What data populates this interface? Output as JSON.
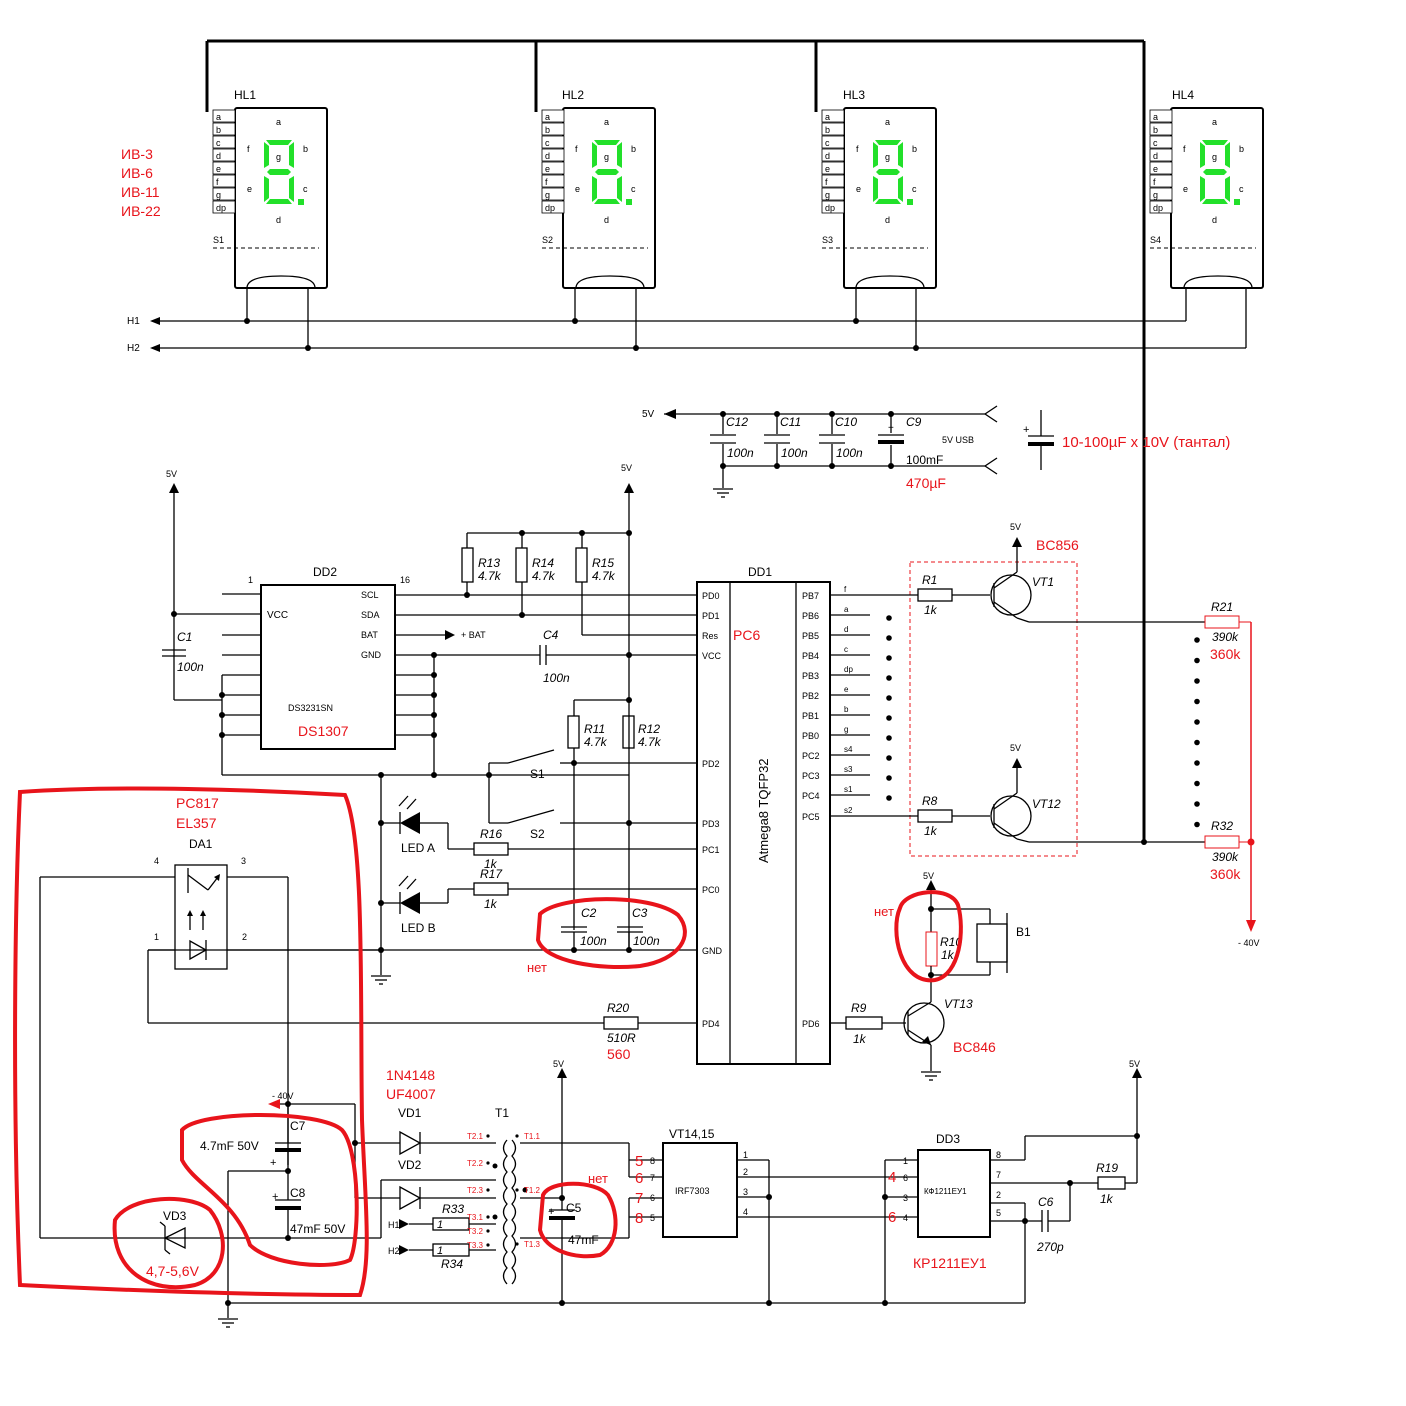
{
  "displays": {
    "hl1": {
      "name": "HL1",
      "s": "S1"
    },
    "hl2": {
      "name": "HL2",
      "s": "S2"
    },
    "hl3": {
      "name": "HL3",
      "s": "S3"
    },
    "hl4": {
      "name": "HL4",
      "s": "S4"
    },
    "pins": [
      "a",
      "b",
      "c",
      "d",
      "e",
      "f",
      "g",
      "dp"
    ],
    "seg_labels": {
      "a": "a",
      "b": "b",
      "c": "c",
      "d": "d",
      "e": "e",
      "f": "f",
      "g": "g"
    },
    "types": [
      "ИВ-3",
      "ИВ-6",
      "ИВ-11",
      "ИВ-22"
    ]
  },
  "nets": {
    "h1": "H1",
    "h2": "H2",
    "v5": "5V",
    "m40": "- 40V",
    "bat": "+ BAT",
    "usb": "5V USB"
  },
  "power_caps": {
    "c12": "C12",
    "c11": "C11",
    "c10": "C10",
    "c9": "C9",
    "v100n": "100n",
    "v100mf": "100mF",
    "v470": "470µF",
    "tant_note": "10-100µF x 10V (тантал)"
  },
  "dd2": {
    "name": "DD2",
    "chip": "DS3231SN",
    "alt": "DS1307",
    "pin1": "1",
    "pin16": "16",
    "vcc": "VCC",
    "scl": "SCL",
    "sda": "SDA",
    "bat": "BAT",
    "gnd": "GND"
  },
  "c1": {
    "name": "C1",
    "value": "100n"
  },
  "c4": {
    "name": "C4",
    "value": "100n"
  },
  "pullups": [
    {
      "name": "R13",
      "value": "4.7k"
    },
    {
      "name": "R14",
      "value": "4.7k"
    },
    {
      "name": "R15",
      "value": "4.7k"
    },
    {
      "name": "R11",
      "value": "4.7k"
    },
    {
      "name": "R12",
      "value": "4.7k"
    }
  ],
  "dd1": {
    "name": "DD1",
    "chip": "Atmega8 TQFP32",
    "res_note": "PC6",
    "left_pins": [
      "PD0",
      "PD1",
      "Res",
      "VCC",
      "PD2",
      "PD3",
      "PC1",
      "PC0",
      "GND",
      "PD4"
    ],
    "right_pins": [
      "PB7",
      "PB6",
      "PB5",
      "PB4",
      "PB3",
      "PB2",
      "PB1",
      "PB0",
      "PC2",
      "PC3",
      "PC4",
      "PC5",
      "PD6"
    ],
    "right_nets": [
      "f",
      "a",
      "d",
      "c",
      "dp",
      "e",
      "b",
      "g",
      "s4",
      "s3",
      "s1",
      "s2"
    ]
  },
  "switches": {
    "s1": "S1",
    "s2": "S2"
  },
  "leds": {
    "a": "LED A",
    "b": "LED B",
    "r16": "R16",
    "r17": "R17",
    "r16v": "1k",
    "r17v": "1k"
  },
  "c2c3": {
    "c2": "C2",
    "c3": "C3",
    "c2v": "100n",
    "c3v": "100n",
    "note": "нет"
  },
  "r20": {
    "name": "R20",
    "value": "510R",
    "alt": "560"
  },
  "drivers": {
    "r1": "R1",
    "r1v": "1k",
    "r8": "R8",
    "r8v": "1k",
    "vt1": "VT1",
    "vt12": "VT12",
    "type": "BC856",
    "r21": "R21",
    "r21v": "390k",
    "r21alt": "360k",
    "r32": "R32",
    "r32v": "390k",
    "r32alt": "360k",
    "neg": "- 40V"
  },
  "buzzer": {
    "r10": "R10",
    "r10v": "1k",
    "b1": "B1",
    "note": "нет",
    "r9": "R9",
    "r9v": "1k",
    "vt13": "VT13",
    "vt13type": "BC846"
  },
  "opto": {
    "types": [
      "PC817",
      "EL357"
    ],
    "name": "DA1",
    "p1": "1",
    "p2": "2",
    "p3": "3",
    "p4": "4"
  },
  "hv": {
    "c7": "C7",
    "c7v": "4.7mF 50V",
    "c8": "C8",
    "c8v": "47mF 50V",
    "vd3": "VD3",
    "vd3v": "4,7-5,6V",
    "diodes": [
      "1N4148",
      "UF4007"
    ],
    "vd1": "VD1",
    "vd2": "VD2",
    "t1": "T1",
    "tl": [
      "T2.1",
      "T2.2",
      "T2.3",
      "T3.1",
      "T3.2",
      "T3.3"
    ],
    "tr": [
      "T1.1",
      "T1.2",
      "T1.3"
    ],
    "r33": "R33",
    "r34": "R34",
    "one": "1",
    "c5": "C5",
    "c5v": "47mF",
    "c5note": "нет"
  },
  "vt14": {
    "name": "VT14,15",
    "chip": "IRF7303",
    "lp": [
      "8",
      "7",
      "6",
      "5"
    ],
    "rp": [
      "1",
      "2",
      "3",
      "4"
    ],
    "red_left": [
      "5",
      "6",
      "7",
      "8"
    ]
  },
  "dd3": {
    "name": "DD3",
    "chip": "КФ1211ЕУ1",
    "alt": "КР1211ЕУ1",
    "lp": [
      "1",
      "6",
      "3",
      "4"
    ],
    "rp": [
      "8",
      "7",
      "2",
      "5"
    ],
    "red_left": [
      "4",
      "6"
    ],
    "r19": "R19",
    "r19v": "1k",
    "c6": "C6",
    "c6v": "270p"
  }
}
